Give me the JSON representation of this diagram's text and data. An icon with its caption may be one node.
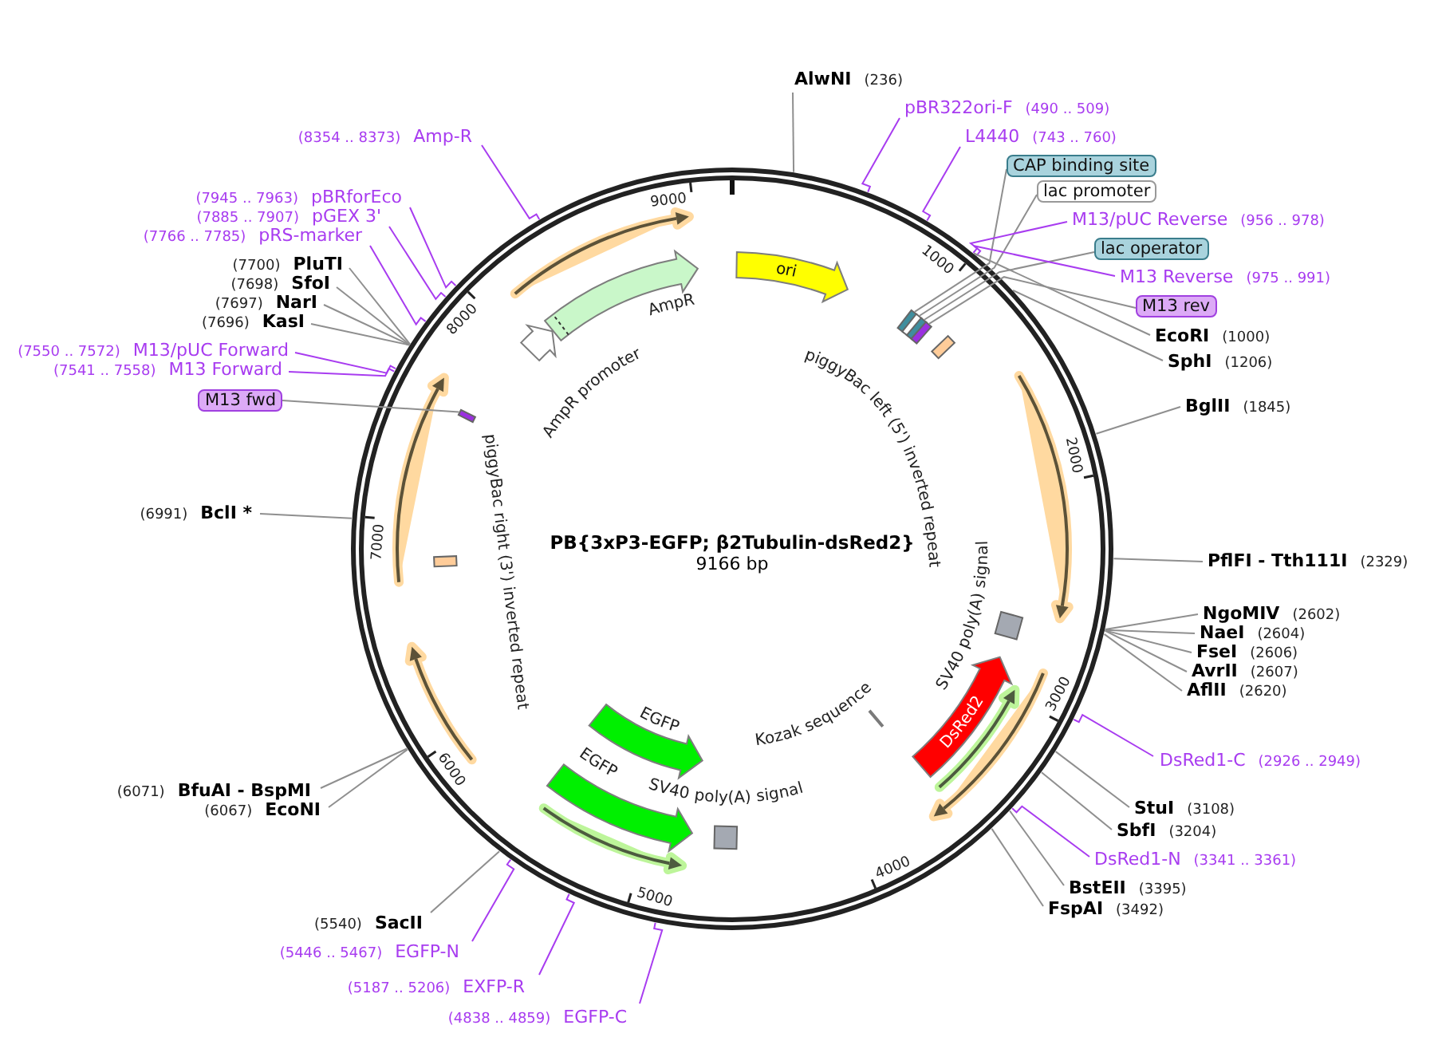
{
  "diagram": {
    "title": "PB{3xP3-EGFP; β2Tubulin-dsRed2}",
    "nodes": [
      {
        "text": [
          "AlwNI",
          "(236)"
        ]
      },
      {
        "text": [
          "pBR322ori-F",
          "(490 .. 509)"
        ]
      },
      {
        "text": [
          "L4440",
          "(743 .. 760)"
        ]
      },
      {
        "text": [
          "CAP binding site"
        ]
      },
      {
        "text": [
          "lac promoter"
        ]
      },
      {
        "text": [
          "M13/pUC Reverse",
          "(956 .. 978)"
        ]
      },
      {
        "text": [
          "lac operator"
        ]
      },
      {
        "text": [
          "M13 Reverse",
          "(975 .. 991)"
        ]
      },
      {
        "text": [
          "M13 rev"
        ]
      },
      {
        "text": [
          "EcoRI",
          "(1000)"
        ]
      },
      {
        "text": [
          "SphI",
          "(1206)"
        ]
      },
      {
        "text": [
          "BglII",
          "(1845)"
        ]
      },
      {
        "text": [
          "PflFI - Tth111I",
          "(2329)"
        ]
      },
      {
        "text": [
          "NgoMIV",
          "(2602)"
        ]
      },
      {
        "text": [
          "NaeI",
          "(2604)"
        ]
      },
      {
        "text": [
          "FseI",
          "(2606)"
        ]
      },
      {
        "text": [
          "AvrII",
          "(2607)"
        ]
      },
      {
        "text": [
          "AflII",
          "(2620)"
        ]
      },
      {
        "text": [
          "DsRed1-C",
          "(2926 .. 2949)"
        ]
      },
      {
        "text": [
          "StuI",
          "(3108)"
        ]
      },
      {
        "text": [
          "SbfI",
          "(3204)"
        ]
      },
      {
        "text": [
          "DsRed1-N",
          "(3341 .. 3361)"
        ]
      },
      {
        "text": [
          "BstEII",
          "(3395)"
        ]
      },
      {
        "text": [
          "FspAI",
          "(3492)"
        ]
      },
      {
        "text": [
          "(8354 .. 8373)",
          "Amp-R"
        ]
      },
      {
        "text": [
          "(7945 .. 7963)",
          "pBRforEco"
        ]
      },
      {
        "text": [
          "(7885 .. 7907)",
          "pGEX 3'"
        ]
      },
      {
        "text": [
          "(7766 .. 7785)",
          "pRS-marker"
        ]
      },
      {
        "text": [
          "(7700)",
          "PluTI"
        ]
      },
      {
        "text": [
          "(7698)",
          "SfoI"
        ]
      },
      {
        "text": [
          "(7697)",
          "NarI"
        ]
      },
      {
        "text": [
          "(7696)",
          "KasI"
        ]
      },
      {
        "text": [
          "(7550 .. 7572)",
          "M13/pUC Forward"
        ]
      },
      {
        "text": [
          "(7541 .. 7558)",
          "M13 Forward"
        ]
      },
      {
        "text": [
          "M13 fwd"
        ]
      },
      {
        "text": [
          "(6991)",
          "BclI *"
        ]
      },
      {
        "text": [
          "(6071)",
          "BfuAI - BspMI"
        ]
      },
      {
        "text": [
          "(6067)",
          "EcoNI"
        ]
      },
      {
        "text": [
          "(5540)",
          "SacII"
        ]
      },
      {
        "text": [
          "(5446 .. 5467)",
          "EGFP-N"
        ]
      },
      {
        "text": [
          "(5187 .. 5206)",
          "EXFP-R"
        ]
      },
      {
        "text": [
          "(4838 .. 4859)",
          "EGFP-C"
        ]
      },
      {
        "text": [],
        "shape": "circle"
      },
      {
        "text": [
          "ori"
        ],
        "in": 42
      },
      {
        "text": [],
        "shape": "box",
        "in": 42
      },
      {
        "text": [],
        "shape": "box",
        "in": 42
      },
      {
        "text": [],
        "shape": "box",
        "in": 42
      },
      {
        "text": [],
        "shape": "box",
        "in": 42
      },
      {
        "text": [
          "piggyBac left (5') inverted repeat"
        ],
        "in": 42
      },
      {
        "text": [
          "SV40 poly(A) signal"
        ],
        "in": 42
      },
      {
        "text": [
          "DsRed2"
        ],
        "in": 42
      },
      {
        "text": [
          "Kozak sequence"
        ],
        "in": 42
      },
      {
        "text": [
          "SV40 poly(A) signal"
        ],
        "in": 42
      },
      {
        "text": [
          "EGFP"
        ],
        "in": 42
      },
      {
        "text": [
          "EGFP"
        ],
        "in": 42
      },
      {
        "text": [
          "piggyBac right (3') inverted repeat"
        ],
        "in": 42
      },
      {
        "text": [],
        "shape": "box",
        "in": 42
      },
      {
        "text": [
          "AmpR promoter"
        ],
        "in": 42
      },
      {
        "text": [
          "AmpR"
        ],
        "in": 42
      }
    ],
    "edges": [
      {
        "from": 0,
        "to": 42,
        "arrow": "none"
      },
      {
        "from": 1,
        "to": 42,
        "arrow": "none",
        "color": "#a83cf0"
      },
      {
        "from": 2,
        "to": 42,
        "arrow": "none",
        "color": "#a83cf0"
      },
      {
        "from": 3,
        "to": 44,
        "arrow": "none"
      },
      {
        "from": 4,
        "to": 45,
        "arrow": "none"
      },
      {
        "from": 5,
        "to": 42,
        "arrow": "none",
        "color": "#a83cf0"
      },
      {
        "from": 6,
        "to": 46,
        "arrow": "none"
      },
      {
        "from": 7,
        "to": 42,
        "arrow": "none",
        "color": "#a83cf0"
      },
      {
        "from": 8,
        "to": 47,
        "arrow": "none"
      },
      {
        "from": 9,
        "to": 42,
        "arrow": "none"
      },
      {
        "from": 10,
        "to": 42,
        "arrow": "none"
      },
      {
        "from": 11,
        "to": 42,
        "arrow": "none"
      },
      {
        "from": 12,
        "to": 42,
        "arrow": "none"
      },
      {
        "from": 13,
        "to": 42,
        "arrow": "none"
      },
      {
        "from": 14,
        "to": 42,
        "arrow": "none"
      },
      {
        "from": 15,
        "to": 42,
        "arrow": "none"
      },
      {
        "from": 16,
        "to": 42,
        "arrow": "none"
      },
      {
        "from": 17,
        "to": 42,
        "arrow": "none"
      },
      {
        "from": 18,
        "to": 42,
        "arrow": "none",
        "color": "#a83cf0"
      },
      {
        "from": 19,
        "to": 42,
        "arrow": "none"
      },
      {
        "from": 20,
        "to": 42,
        "arrow": "none"
      },
      {
        "from": 21,
        "to": 42,
        "arrow": "none",
        "color": "#a83cf0"
      },
      {
        "from": 22,
        "to": 42,
        "arrow": "none"
      },
      {
        "from": 23,
        "to": 42,
        "arrow": "none"
      },
      {
        "from": 24,
        "to": 42,
        "arrow": "none",
        "color": "#a83cf0"
      },
      {
        "from": 25,
        "to": 42,
        "arrow": "none",
        "color": "#a83cf0"
      },
      {
        "from": 26,
        "to": 42,
        "arrow": "none",
        "color": "#a83cf0"
      },
      {
        "from": 27,
        "to": 42,
        "arrow": "none",
        "color": "#a83cf0"
      },
      {
        "from": 28,
        "to": 42,
        "arrow": "none"
      },
      {
        "from": 29,
        "to": 42,
        "arrow": "none"
      },
      {
        "from": 30,
        "to": 42,
        "arrow": "none"
      },
      {
        "from": 31,
        "to": 42,
        "arrow": "none"
      },
      {
        "from": 32,
        "to": 42,
        "arrow": "none",
        "color": "#a83cf0"
      },
      {
        "from": 33,
        "to": 42,
        "arrow": "none",
        "color": "#a83cf0"
      },
      {
        "from": 34,
        "to": 56,
        "arrow": "none"
      },
      {
        "from": 35,
        "to": 42,
        "arrow": "none"
      },
      {
        "from": 36,
        "to": 42,
        "arrow": "none"
      },
      {
        "from": 37,
        "to": 42,
        "arrow": "none"
      },
      {
        "from": 38,
        "to": 42,
        "arrow": "none"
      },
      {
        "from": 39,
        "to": 42,
        "arrow": "none",
        "color": "#a83cf0"
      },
      {
        "from": 40,
        "to": 42,
        "arrow": "none",
        "color": "#a83cf0"
      },
      {
        "from": 41,
        "to": 42,
        "arrow": "none",
        "color": "#a83cf0"
      }
    ],
    "labels": [
      "9166 bp",
      "1000",
      "2000",
      "3000",
      "4000",
      "5000",
      "6000",
      "7000",
      "8000",
      "9000"
    ]
  }
}
